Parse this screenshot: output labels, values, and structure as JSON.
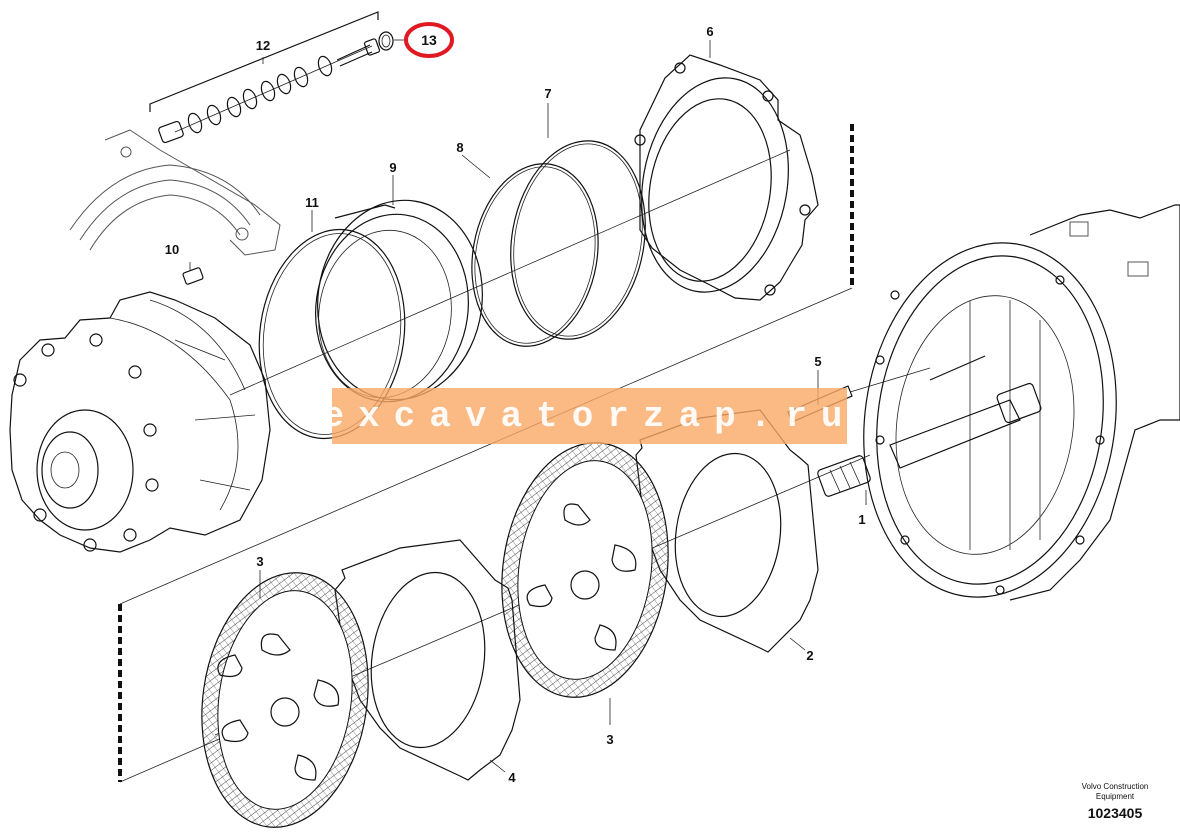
{
  "diagram": {
    "callouts": {
      "c1": "1",
      "c2": "2",
      "c3a": "3",
      "c3b": "3",
      "c4": "4",
      "c5": "5",
      "c6": "6",
      "c7": "7",
      "c8": "8",
      "c9": "9",
      "c10": "10",
      "c11": "11",
      "c12": "12",
      "c13": "13"
    },
    "highlighted_callout": "13",
    "highlight_color": "#e01a22",
    "watermark": "excavatorzap.ru",
    "watermark_color": "#f7a05e",
    "brand": [
      "Volvo Construction",
      "Equipment"
    ],
    "document_number": "1023405"
  }
}
